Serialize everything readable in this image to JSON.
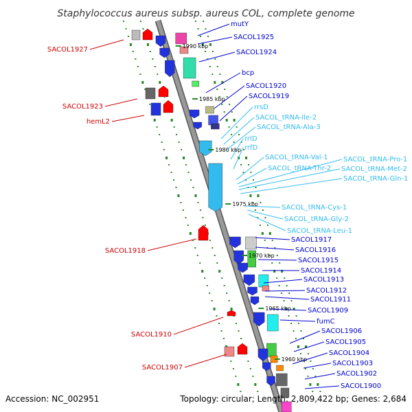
{
  "title": "Staphylococcus aureus subsp. aureus COL, complete genome",
  "footer": {
    "accession": "Accession: NC_002951",
    "summary": "Topology: circular; Length: 2,809,422 bp; Genes: 2,684"
  },
  "colors": {
    "backbone": "#999999",
    "forward_label": "#0000cc",
    "reverse_label": "#cc0000",
    "rna_label": "#33bbee",
    "tick": "#228822"
  },
  "kbp_markers": [
    "1990 kbp",
    "1985 kbp",
    "1980 kbp",
    "1975 kbp",
    "1970 kbp",
    "1965 kbp",
    "1960 kbp"
  ],
  "labels_forward": [
    "mutY",
    "SACOL1925",
    "SACOL1924",
    "bcp",
    "SACOL1920",
    "SACOL1919",
    "SACOL1917",
    "SACOL1916",
    "SACOL1915",
    "SACOL1914",
    "SACOL1913",
    "SACOL1912",
    "SACOL1911",
    "SACOL1909",
    "fumC",
    "SACOL1906",
    "SACOL1905",
    "SACOL1904",
    "SACOL1903",
    "SACOL1902",
    "SACOL1900"
  ],
  "labels_rna": [
    "rrsD",
    "SACOL_tRNA-Ile-2",
    "SACOL_tRNA-Ala-3",
    "rrlD",
    "rrfD",
    "SACOL_tRNA-Val-1",
    "SACOL_tRNA-Thr-2",
    "SACOL_tRNA-Pro-1",
    "SACOL_tRNA-Met-2",
    "SACOL_tRNA-Gln-1",
    "SACOL_tRNA-Cys-1",
    "SACOL_tRNA-Gly-2",
    "SACOL_tRNA-Leu-1"
  ],
  "labels_reverse": [
    "SACOL1927",
    "SACOL1923",
    "hemL2",
    "SACOL1918",
    "SACOL1910",
    "SACOL1907"
  ]
}
